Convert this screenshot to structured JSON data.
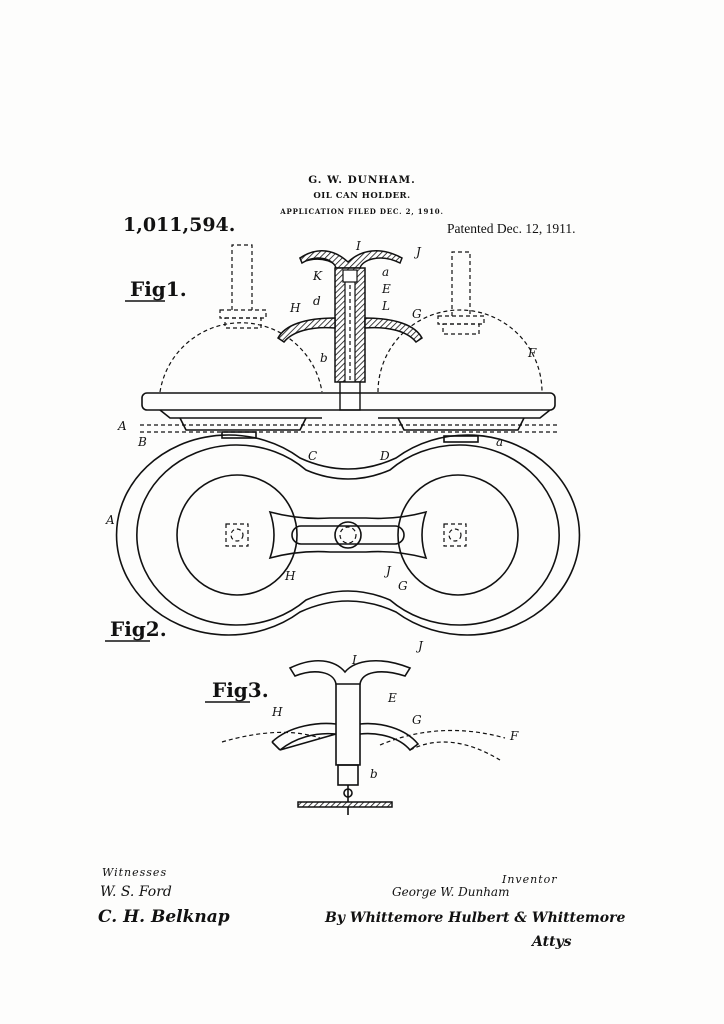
{
  "header": {
    "inventor": "G. W. DUNHAM.",
    "title": "OIL CAN HOLDER.",
    "filed": "APPLICATION FILED DEC. 2, 1910.",
    "patent_number": "1,011,594.",
    "patented": "Patented Dec. 12, 1911."
  },
  "figures": {
    "fig1": "Fig1.",
    "fig2": "Fig2.",
    "fig3": "Fig3."
  },
  "labels": {
    "fig1": [
      "I",
      "J",
      "K",
      "a",
      "E",
      "d",
      "L",
      "H",
      "G",
      "b",
      "F",
      "A",
      "B",
      "C",
      "D",
      "a"
    ],
    "fig2": [
      "A",
      "H",
      "J",
      "G"
    ],
    "fig3": [
      "I",
      "J",
      "E",
      "H",
      "G",
      "F",
      "b"
    ]
  },
  "signatures": {
    "witnesses_label": "Witnesses",
    "witness_1": "W. S. Ford",
    "witness_2": "C. H. Belknap",
    "inventor_label": "Inventor",
    "inventor_name": "George W. Dunham",
    "attorneys": "By Whittemore Hulbert & Whittemore",
    "attys_label": "Attys"
  }
}
